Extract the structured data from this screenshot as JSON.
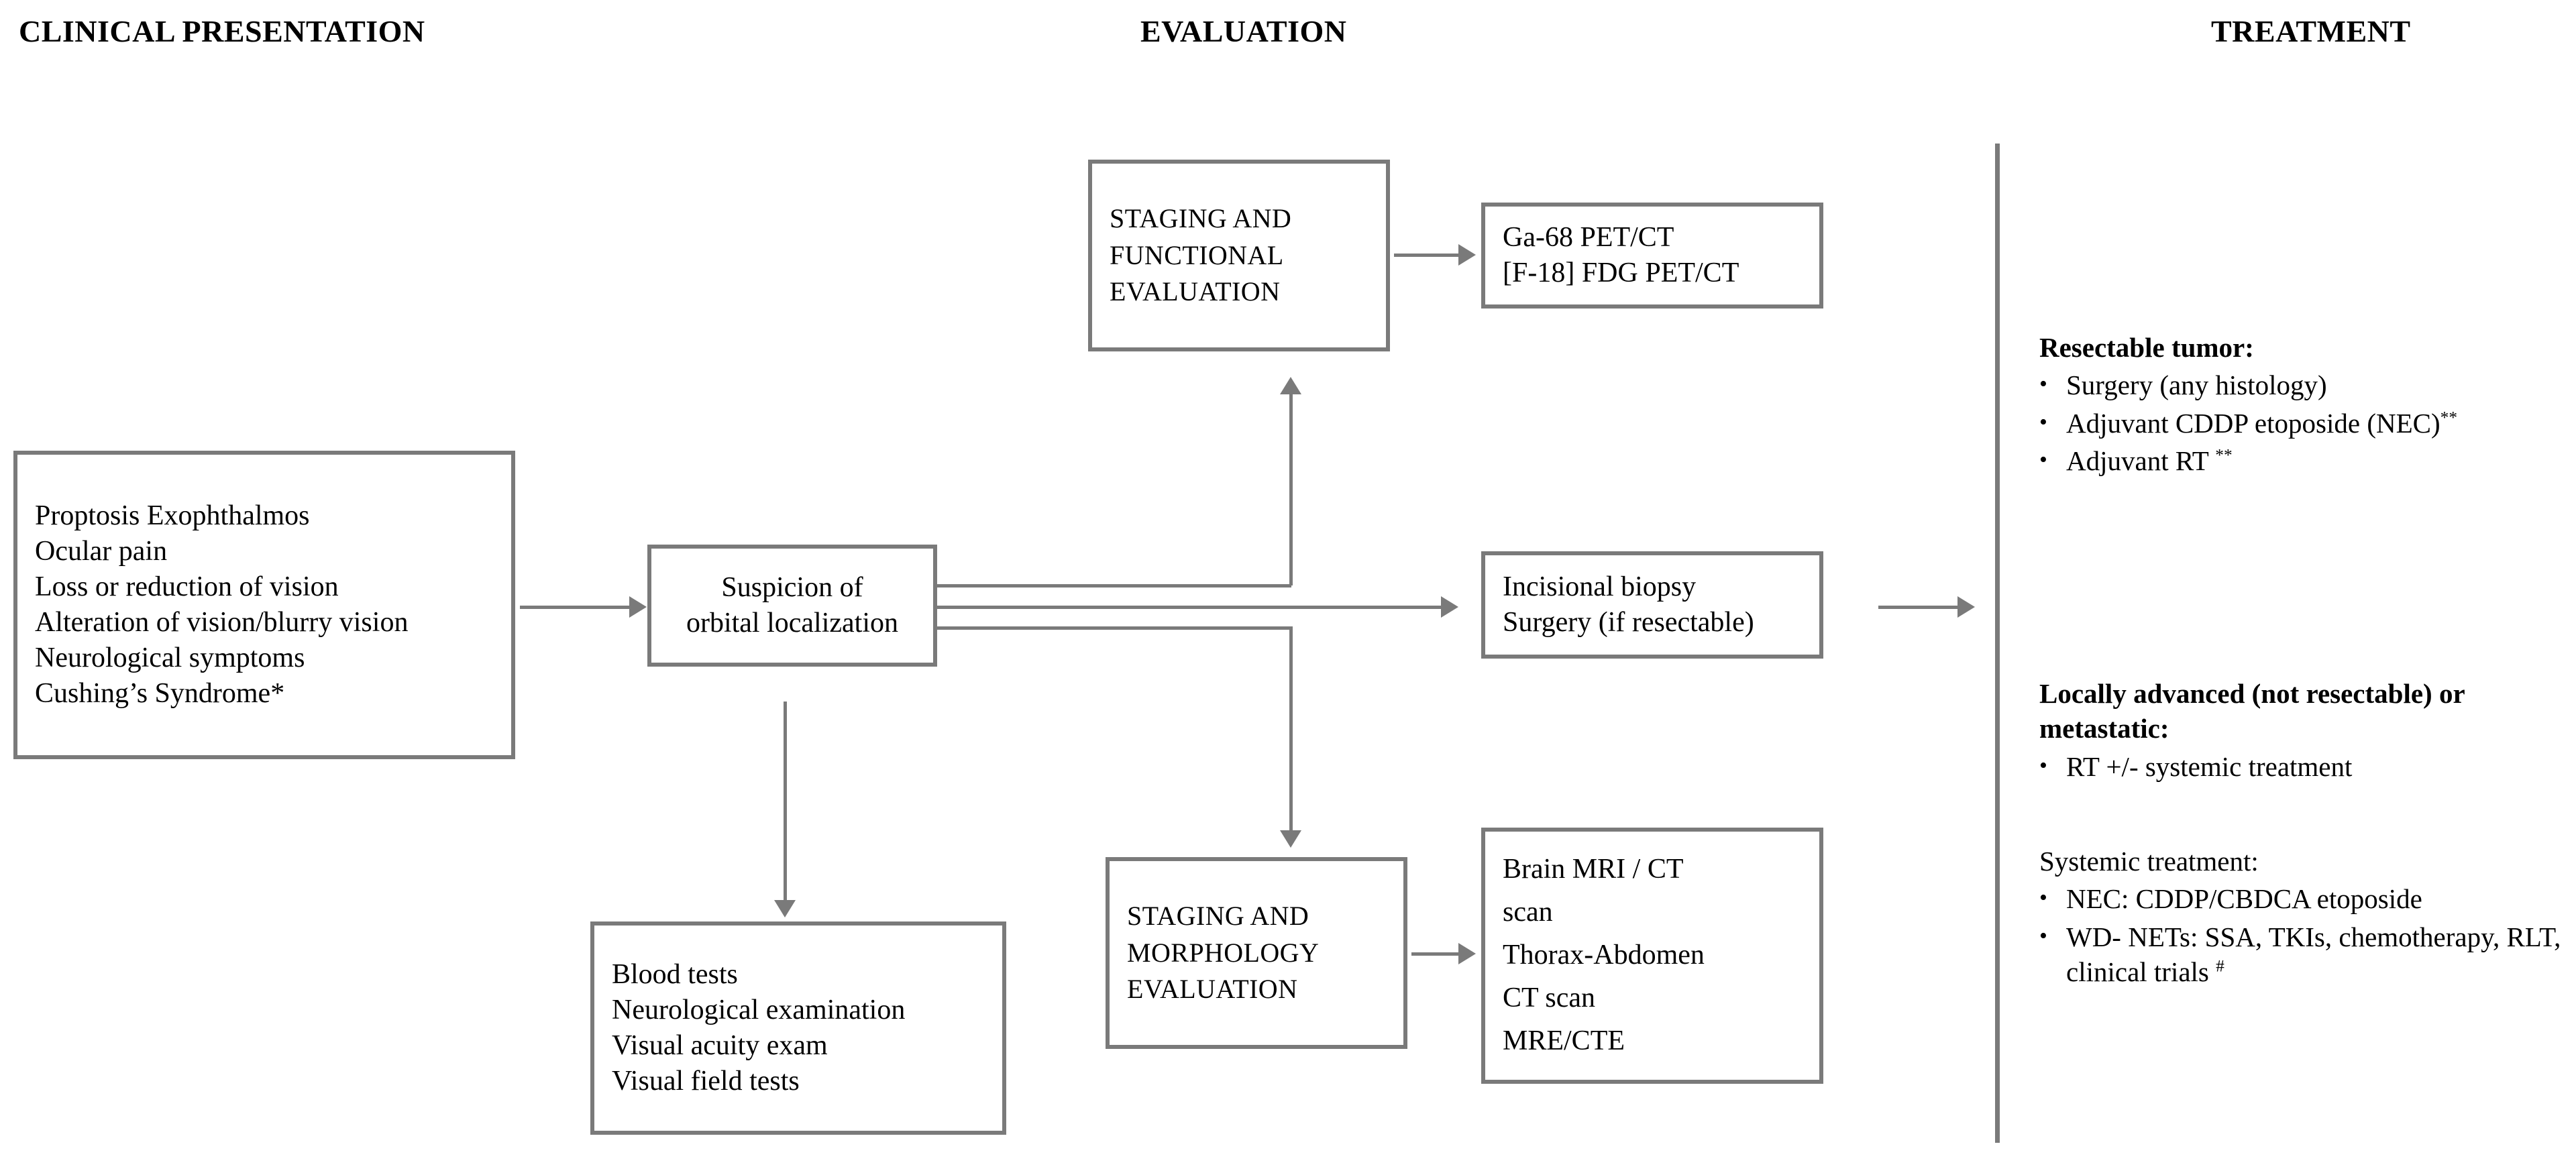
{
  "headers": {
    "clinical": "CLINICAL PRESENTATION",
    "evaluation": "EVALUATION",
    "treatment": "TREATMENT"
  },
  "nodes": {
    "clinical_presentation": {
      "lines": [
        "Proptosis Exophthalmos",
        "Ocular pain",
        "Loss or reduction of vision",
        "Alteration of vision/blurry vision",
        "Neurological symptoms",
        "Cushing’s Syndrome*"
      ]
    },
    "suspicion": {
      "lines": [
        "Suspicion of",
        "orbital localization"
      ]
    },
    "staging_functional": {
      "lines": [
        "STAGING AND",
        "FUNCTIONAL",
        "EVALUATION"
      ]
    },
    "functional_imaging": {
      "lines": [
        "Ga-68 PET/CT",
        "[F-18] FDG PET/CT"
      ]
    },
    "biopsy": {
      "lines": [
        "Incisional biopsy",
        "Surgery (if resectable)"
      ]
    },
    "lab_tests": {
      "lines": [
        "Blood tests",
        "Neurological examination",
        "Visual acuity exam",
        "Visual field tests"
      ]
    },
    "staging_morphology": {
      "lines": [
        "STAGING AND",
        "MORPHOLOGY",
        "EVALUATION"
      ]
    },
    "morphology_imaging": {
      "lines": [
        "Brain MRI / CT",
        "scan",
        "Thorax-Abdomen",
        "CT scan",
        "MRE/CTE"
      ]
    }
  },
  "treatment": {
    "resectable": {
      "heading": "Resectable tumor:",
      "items": [
        {
          "text": "Surgery (any histology)",
          "sup": ""
        },
        {
          "text": "Adjuvant CDDP etoposide (NEC)",
          "sup": "**"
        },
        {
          "text": "Adjuvant RT ",
          "sup": "**"
        }
      ]
    },
    "advanced": {
      "heading": "Locally advanced (not resectable) or metastatic:",
      "items": [
        {
          "text": "RT +/- systemic treatment",
          "sup": ""
        }
      ]
    },
    "systemic": {
      "heading": "Systemic treatment:",
      "items": [
        {
          "text": "NEC: CDDP/CBDCA etoposide",
          "sup": ""
        },
        {
          "text": "WD- NETs: SSA, TKIs, chemotherapy, RLT, clinical trials ",
          "sup": "#"
        }
      ]
    }
  },
  "bullet_glyph": "•",
  "colors": {
    "box_border": "#7a7a7a",
    "connector": "#7a7a7a",
    "text": "#000000",
    "background": "#ffffff"
  }
}
